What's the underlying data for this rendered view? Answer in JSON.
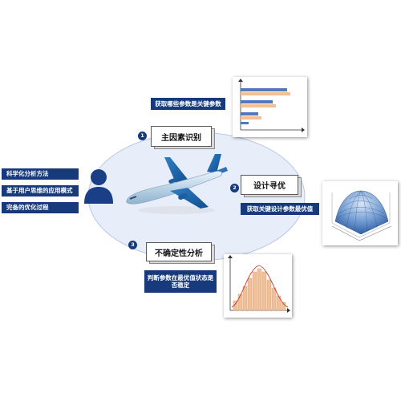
{
  "left_items": [
    "科学化分析方法",
    "基于用户思维的应用模式",
    "完备的优化过程"
  ],
  "steps": [
    {
      "number": "1",
      "title": "主因素识别",
      "caption": "获取哪些参数是关键参数"
    },
    {
      "number": "2",
      "title": "设计寻优",
      "caption": "获取关键设计参数最优值"
    },
    {
      "number": "3",
      "title": "不确定性分析",
      "caption": "判断参数在最优值状态是否稳定"
    }
  ],
  "colors": {
    "navy": "#163a7c",
    "ellipse": "#e5ecf8",
    "bar_blue": "#4f79b8",
    "bar_orange": "#f3bf94"
  },
  "icons": [
    "user-icon",
    "airplane-icon",
    "bar-chart-icon",
    "surface-plot-icon",
    "histogram-icon"
  ]
}
